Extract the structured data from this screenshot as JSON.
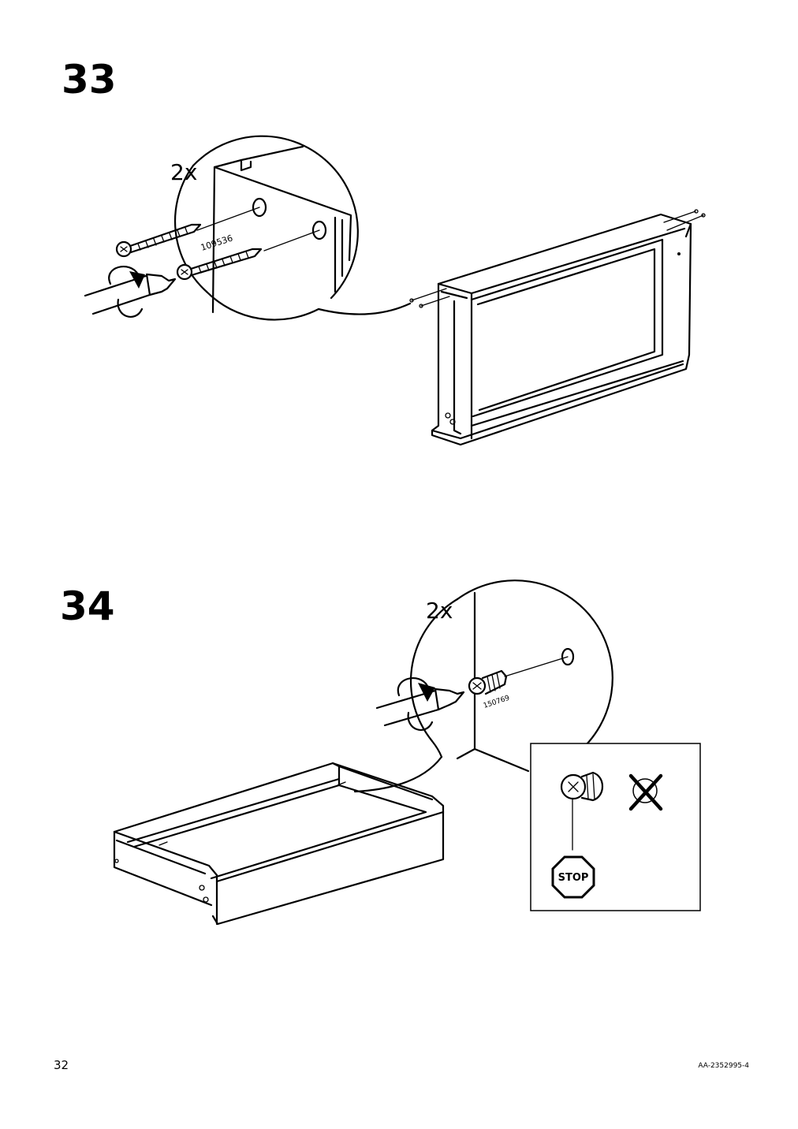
{
  "steps": [
    {
      "number": "33",
      "quantity": "2x",
      "part_number": "109536"
    },
    {
      "number": "34",
      "quantity": "2x",
      "part_number": "150769",
      "warning_label": "STOP"
    }
  ],
  "footer": {
    "page_number": "32",
    "document_id": "AA-2352995-4"
  }
}
